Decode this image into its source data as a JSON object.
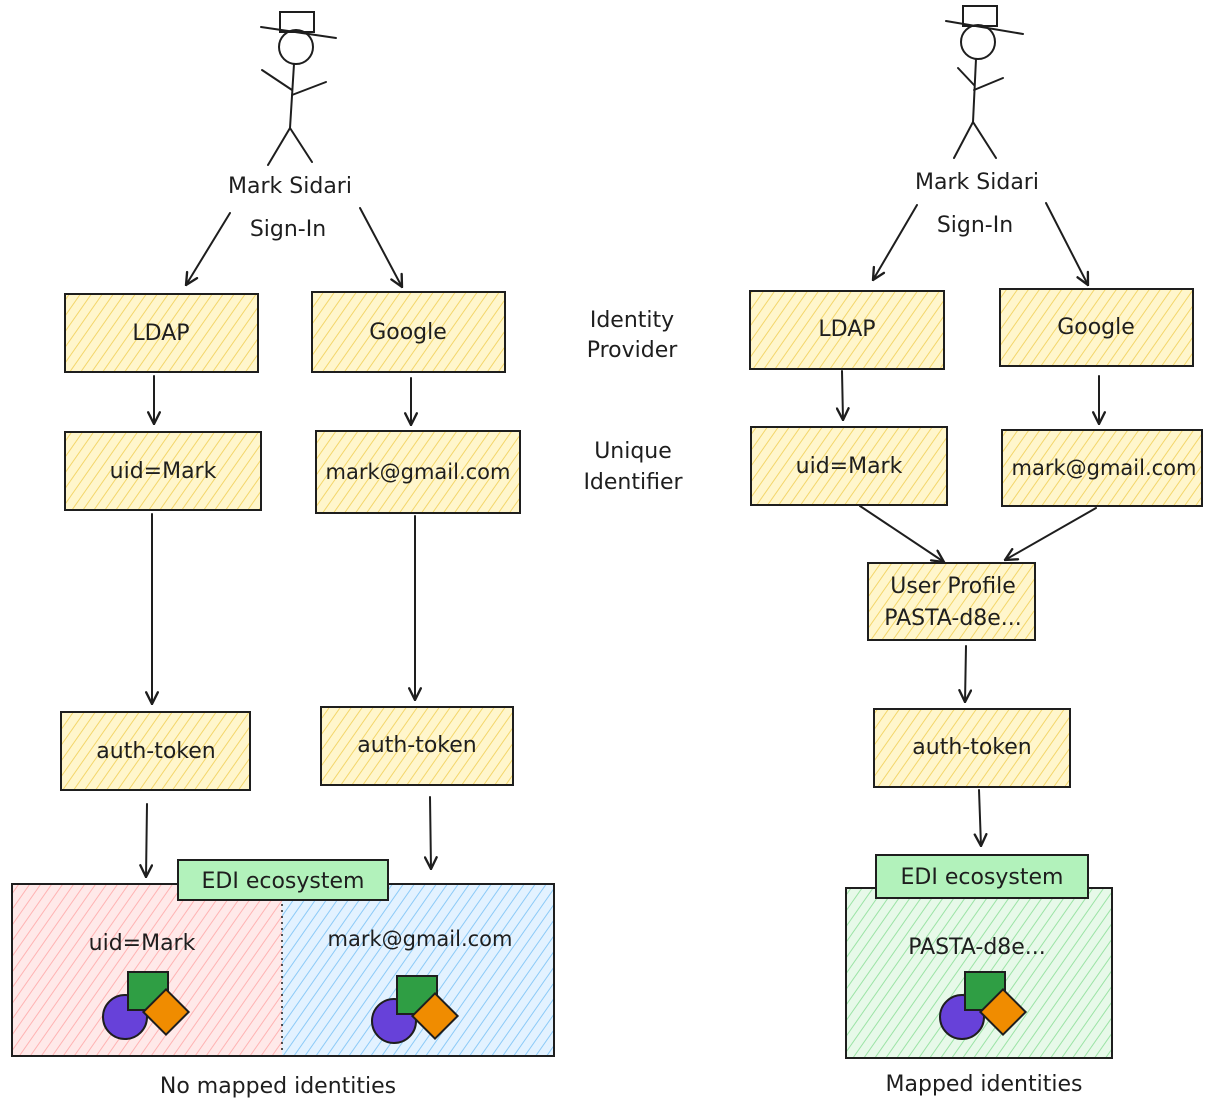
{
  "left": {
    "user_name": "Mark Sidari",
    "sign_in": "Sign-In",
    "providers": [
      "LDAP",
      "Google"
    ],
    "identifiers": [
      "uid=Mark",
      "mark@gmail.com"
    ],
    "tokens": [
      "auth-token",
      "auth-token"
    ],
    "ecosystem_label": "EDI ecosystem",
    "ecosystem_ids": [
      "uid=Mark",
      "mark@gmail.com"
    ],
    "caption": "No mapped identities"
  },
  "middle": {
    "identity_provider_1": "Identity",
    "identity_provider_2": "Provider",
    "unique_identifier_1": "Unique",
    "unique_identifier_2": "Identifier"
  },
  "right": {
    "user_name": "Mark Sidari",
    "sign_in": "Sign-In",
    "providers": [
      "LDAP",
      "Google"
    ],
    "identifiers": [
      "uid=Mark",
      "mark@gmail.com"
    ],
    "profile_line1": "User Profile",
    "profile_line2": "PASTA-d8e...",
    "token": "auth-token",
    "ecosystem_label": "EDI ecosystem",
    "ecosystem_id": "PASTA-d8e...",
    "caption": "Mapped identities"
  },
  "colors": {
    "box_yellow": "#fff3bf",
    "hatch_yellow": "#f5d97a",
    "pink": "#ffc9c9",
    "blue": "#a5d8ff",
    "green": "#b2f2bb",
    "shape_purple": "#6741d9",
    "shape_green": "#2f9e44",
    "shape_orange": "#f08c00"
  }
}
